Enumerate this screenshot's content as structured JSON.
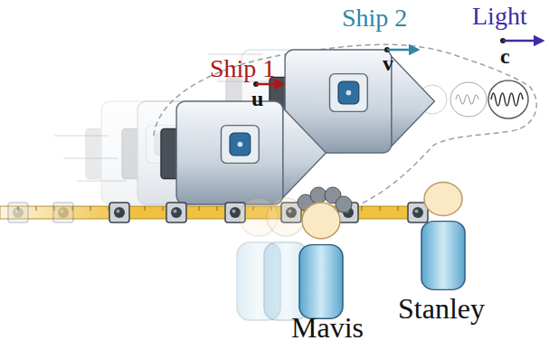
{
  "diagram": {
    "labels": [
      "Ship 1",
      "u",
      "Ship 2",
      "v",
      "Light",
      "c",
      "Mavis",
      "Stanley"
    ]
  }
}
